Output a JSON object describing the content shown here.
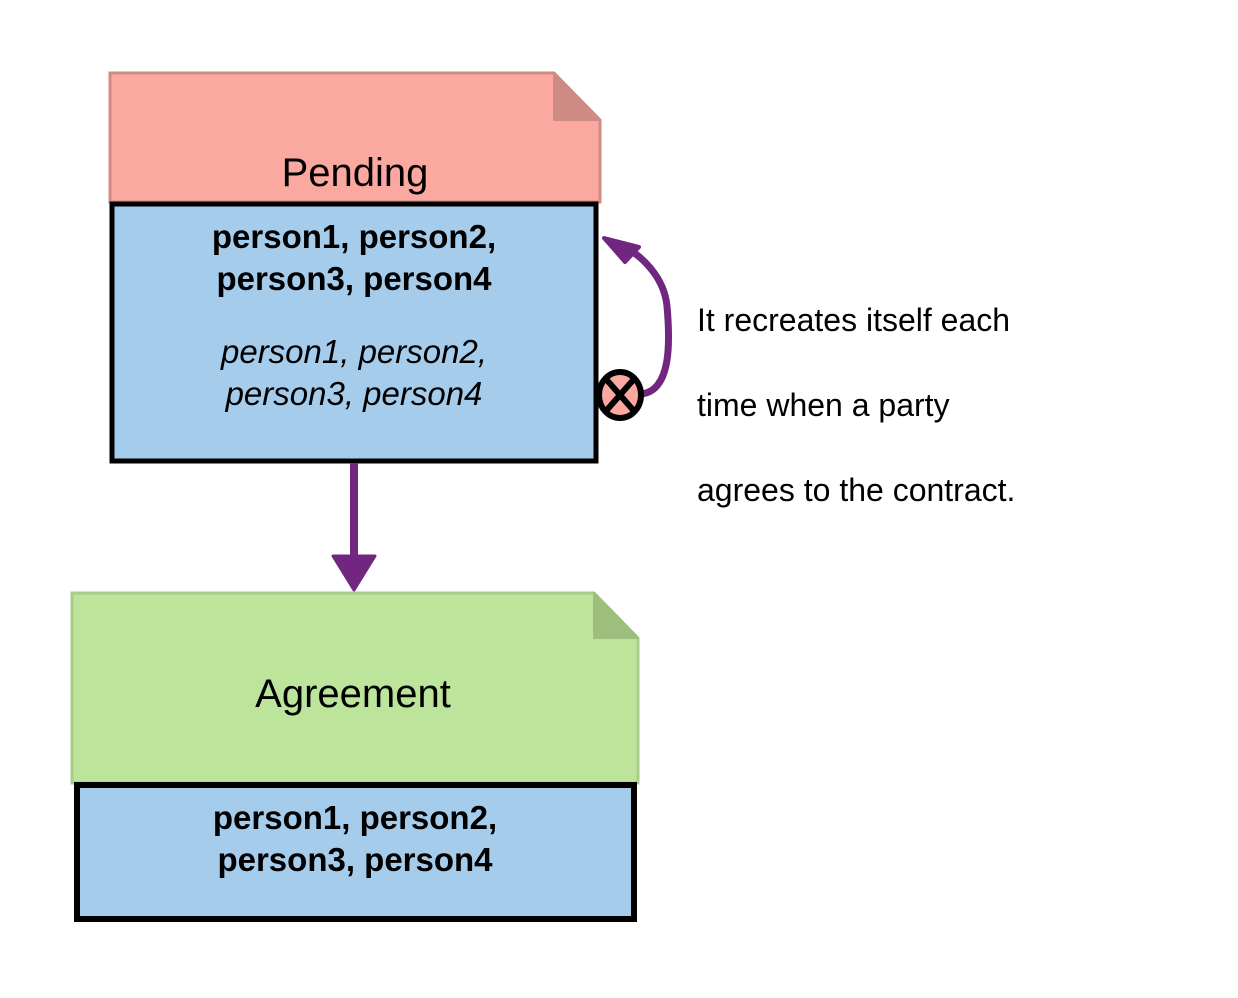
{
  "diagram": {
    "type": "uml-note-diagram",
    "background_color": "#FFFFFF",
    "stroke_color": "#000000",
    "arrow_color": "#71277F"
  },
  "pending_note": {
    "title": "Pending",
    "header_color": "#FAA8A0",
    "header_fold_color": "#D08B84",
    "body_color": "#A6CCEC",
    "participants_committed": "person1, person2,\nperson3, person4",
    "participants_committed_line1": "person1, person2,",
    "participants_committed_line2": "person3, person4",
    "participants_pending": "person1, person2,\nperson3, person4",
    "participants_pending_line1": "person1, person2,",
    "participants_pending_line2": "person3, person4"
  },
  "agreement_note": {
    "title": "Agreement",
    "header_color": "#BCE49A",
    "header_fold_color": "#96BA78",
    "body_color": "#A6CCEC",
    "participants_line1": "person1, person2,",
    "participants_line2": "person3, person4"
  },
  "annotation": {
    "text": "It recreates itself each\ntime when a party\nagrees to the contract.",
    "line1": "It recreates itself each",
    "line2": "time when a party",
    "line3": "agrees to the contract."
  },
  "connectors": {
    "self_loop_icon": "circle-x-icon",
    "self_loop_icon_fill": "#FAA8A0",
    "transition_arrow_label": "",
    "arrow_color": "#71277F"
  }
}
